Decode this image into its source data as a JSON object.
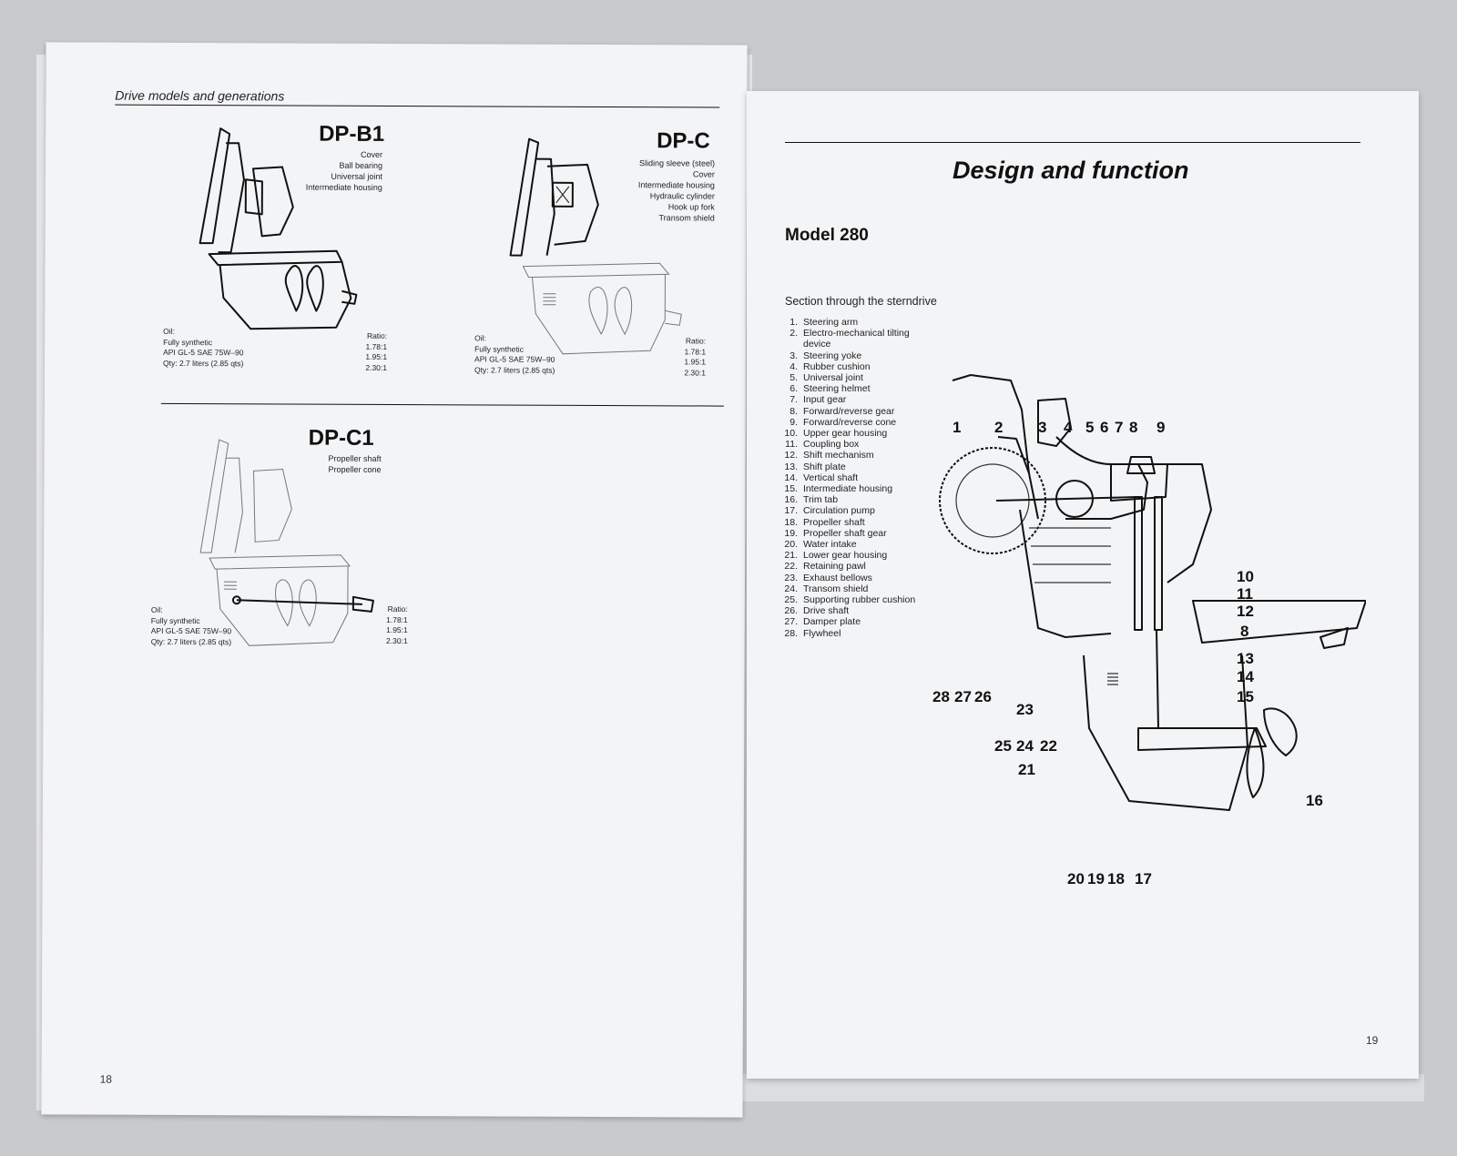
{
  "left_page": {
    "running_header": "Drive models and generations",
    "page_number": "18",
    "models": [
      {
        "name": "DP-B1",
        "parts": [
          "Cover",
          "Ball bearing",
          "Universal joint",
          "Intermediate housing"
        ],
        "oil": [
          "Oil:",
          "Fully synthetic",
          "API GL-5 SAE 75W–90",
          "Qty: 2.7 liters (2.85 qts)"
        ],
        "ratio_label": "Ratio:",
        "ratios": [
          "1.78:1",
          "1.95:1",
          "2.30:1"
        ]
      },
      {
        "name": "DP-C",
        "parts": [
          "Sliding sleeve (steel)",
          "Cover",
          "Intermediate housing",
          "Hydraulic cylinder",
          "Hook up fork",
          "Transom shield"
        ],
        "oil": [
          "Oil:",
          "Fully synthetic",
          "API GL-5 SAE 75W–90",
          "Qty: 2.7 liters (2.85 qts)"
        ],
        "ratio_label": "Ratio:",
        "ratios": [
          "1.78:1",
          "1.95:1",
          "2.30:1"
        ]
      },
      {
        "name": "DP-C1",
        "parts": [
          "Propeller shaft",
          "Propeller cone"
        ],
        "oil": [
          "Oil:",
          "Fully synthetic",
          "API GL-5 SAE 75W–90",
          "Qty: 2.7 liters (2.85 qts)"
        ],
        "ratio_label": "Ratio:",
        "ratios": [
          "1.78:1",
          "1.95:1",
          "2.30:1"
        ]
      }
    ]
  },
  "right_page": {
    "section_title": "Design and function",
    "subsection": "Model 280",
    "caption": "Section through the sterndrive",
    "page_number": "19",
    "legend": [
      {
        "n": "1.",
        "label": "Steering arm"
      },
      {
        "n": "2.",
        "label": "Electro-mechanical tilting device"
      },
      {
        "n": "3.",
        "label": "Steering yoke"
      },
      {
        "n": "4.",
        "label": "Rubber cushion"
      },
      {
        "n": "5.",
        "label": "Universal joint"
      },
      {
        "n": "6.",
        "label": "Steering helmet"
      },
      {
        "n": "7.",
        "label": "Input gear"
      },
      {
        "n": "8.",
        "label": "Forward/reverse gear"
      },
      {
        "n": "9.",
        "label": "Forward/reverse cone"
      },
      {
        "n": "10.",
        "label": "Upper gear housing"
      },
      {
        "n": "11.",
        "label": "Coupling box"
      },
      {
        "n": "12.",
        "label": "Shift mechanism"
      },
      {
        "n": "13.",
        "label": "Shift plate"
      },
      {
        "n": "14.",
        "label": "Vertical shaft"
      },
      {
        "n": "15.",
        "label": "Intermediate housing"
      },
      {
        "n": "16.",
        "label": "Trim tab"
      },
      {
        "n": "17.",
        "label": "Circulation pump"
      },
      {
        "n": "18.",
        "label": "Propeller shaft"
      },
      {
        "n": "19.",
        "label": "Propeller shaft gear"
      },
      {
        "n": "20.",
        "label": "Water intake"
      },
      {
        "n": "21.",
        "label": "Lower gear housing"
      },
      {
        "n": "22.",
        "label": "Retaining pawl"
      },
      {
        "n": "23.",
        "label": "Exhaust bellows"
      },
      {
        "n": "24.",
        "label": "Transom shield"
      },
      {
        "n": "25.",
        "label": "Supporting rubber cushion"
      },
      {
        "n": "26.",
        "label": "Drive shaft"
      },
      {
        "n": "27.",
        "label": "Damper plate"
      },
      {
        "n": "28.",
        "label": "Flywheel"
      }
    ],
    "callouts": {
      "top": [
        "1",
        "2",
        "3",
        "4",
        "5",
        "6",
        "7",
        "8",
        "9"
      ],
      "right": [
        "10",
        "11",
        "12",
        "8",
        "13",
        "14",
        "15",
        "16"
      ],
      "left": [
        "28",
        "27",
        "26"
      ],
      "mid": [
        "23",
        "25",
        "24",
        "22",
        "21"
      ],
      "bottom": [
        "20",
        "19",
        "18",
        "17"
      ]
    }
  }
}
